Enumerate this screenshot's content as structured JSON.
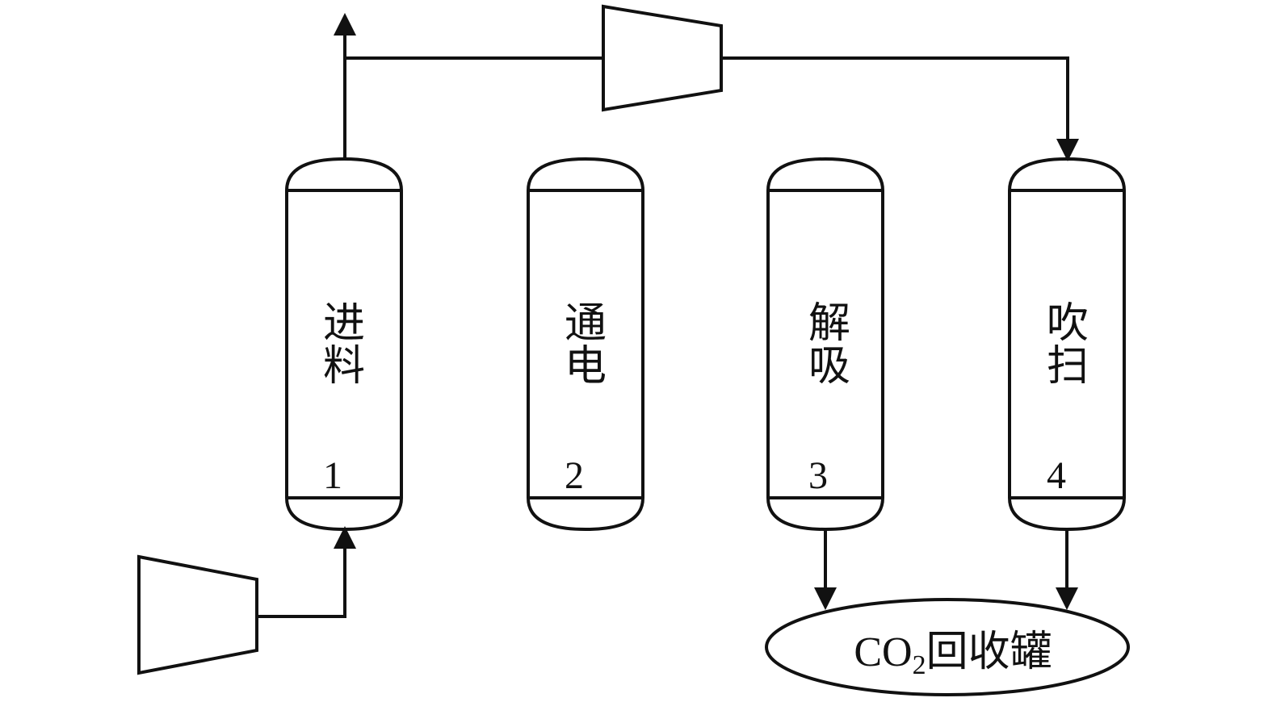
{
  "columns": [
    {
      "number": "1",
      "line1": "进",
      "line2": "料"
    },
    {
      "number": "2",
      "line1": "通",
      "line2": "电"
    },
    {
      "number": "3",
      "line1": "解",
      "line2": "吸"
    },
    {
      "number": "4",
      "line1": "吹",
      "line2": "扫"
    }
  ],
  "tank": {
    "prefix": "CO",
    "subscript": "2",
    "suffix": "回收罐"
  }
}
